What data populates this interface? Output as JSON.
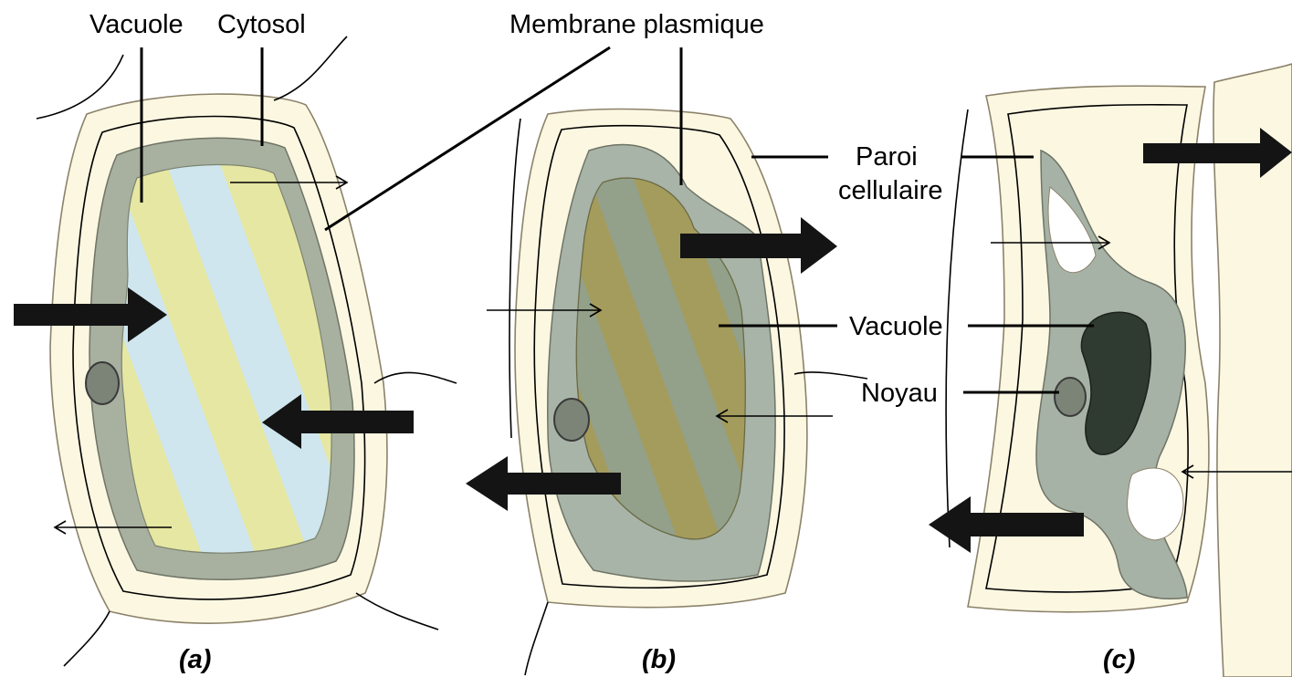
{
  "labels": {
    "vacuole_a": "Vacuole",
    "cytosol": "Cytosol",
    "membrane": "Membrane plasmique",
    "paroi_line1": "Paroi",
    "paroi_line2": "cellulaire",
    "vacuole_c": "Vacuole",
    "noyau": "Noyau"
  },
  "panels": [
    "(a)",
    "(b)",
    "(c)"
  ],
  "colors": {
    "cell_wall": "#fbf7e1",
    "cytosol": "#a8b0a0",
    "vacuole_stripe_light": "#cfe6ee",
    "vacuole_stripe_yellow": "#e6e7a2",
    "vacuole_b": "#9a9a62",
    "vacuole_c": "#2f3a30",
    "nucleus": "#7c8478",
    "arrow": "#141414"
  }
}
